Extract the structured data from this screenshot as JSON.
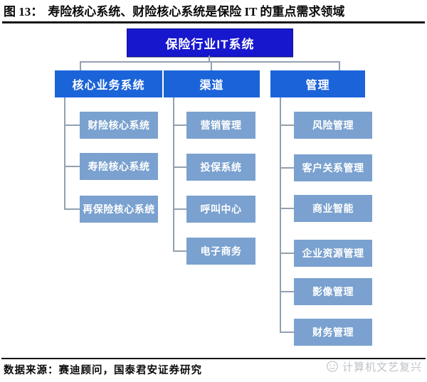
{
  "figure": {
    "label": "图 13：",
    "title": "寿险核心系统、财险核心系统是保险 IT 的重点需求领域"
  },
  "chart": {
    "type": "org-hierarchy",
    "root": {
      "label": "保险行业IT系统"
    },
    "branches": [
      {
        "label": "核心业务系统",
        "children": [
          "财险核心系统",
          "寿险核心系统",
          "再保险核心系统"
        ]
      },
      {
        "label": "渠道",
        "children": [
          "营销管理",
          "投保系统",
          "呼叫中心",
          "电子商务"
        ]
      },
      {
        "label": "管理",
        "children": [
          "风险管理",
          "客户关系管理",
          "商业智能",
          "企业资源管理",
          "影像管理",
          "财务管理"
        ]
      }
    ]
  },
  "footer": {
    "source": "数据来源：赛迪顾问，国泰君安证券研究",
    "watermark": "计算机文艺复兴"
  },
  "colors": {
    "root_box": "#1717CE",
    "branch_box": "#1B63D9",
    "leaf_box": "#7AA1CF",
    "connector": "#93A0AE",
    "box_text": "#FFFFFF",
    "title_text": "#0A0A0A",
    "watermark_text": "#BDC1C7"
  }
}
